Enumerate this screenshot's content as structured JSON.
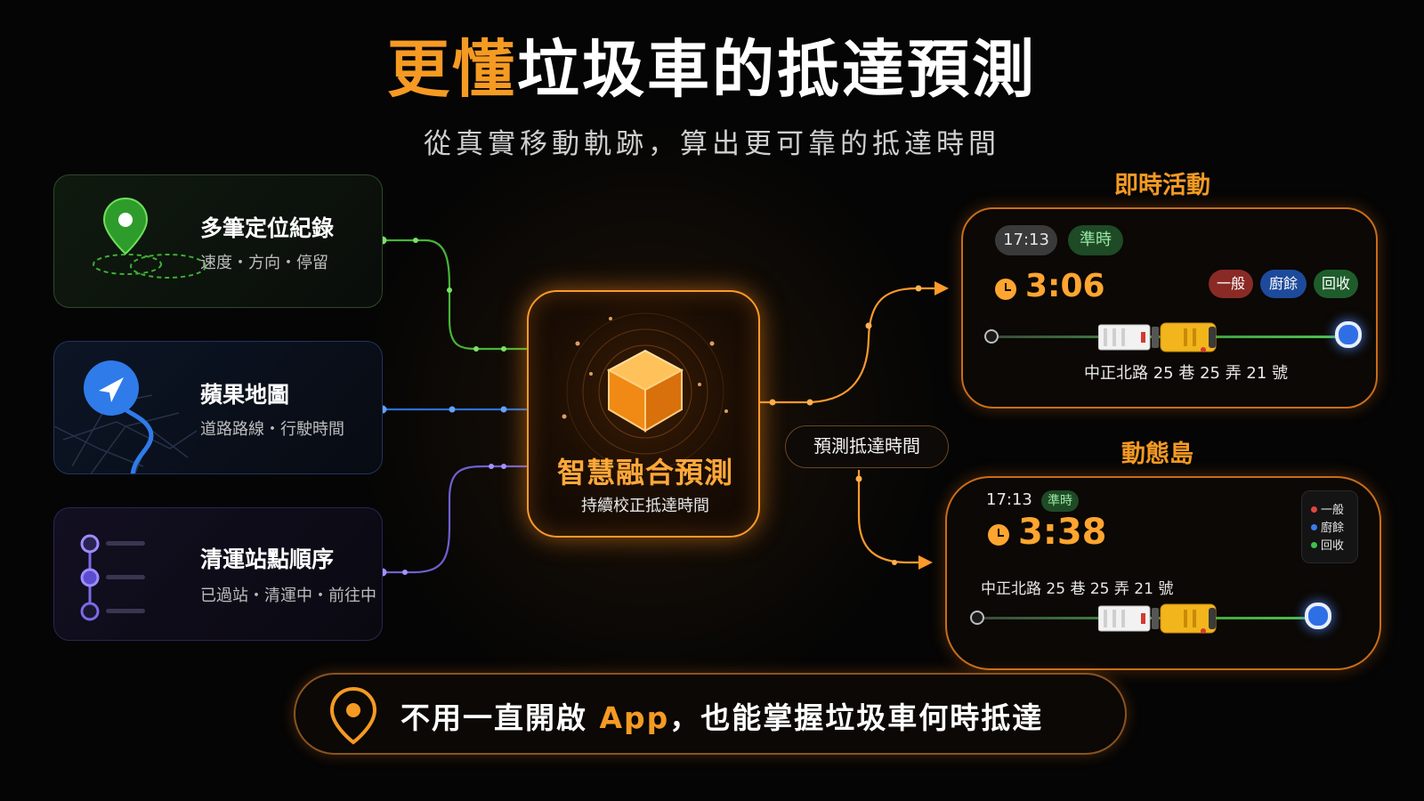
{
  "header": {
    "title_accent": "更懂",
    "title_rest": "垃圾車的抵達預測",
    "subtitle": "從真實移動軌跡，算出更可靠的抵達時間"
  },
  "sources": [
    {
      "title": "多筆定位紀錄",
      "subtitle": "速度・方向・停留",
      "icon": "location-pin-icon",
      "color": "#4cc93c"
    },
    {
      "title": "蘋果地圖",
      "subtitle": "道路路線・行駛時間",
      "icon": "navigation-arrow-icon",
      "color": "#2f7bea"
    },
    {
      "title": "清運站點順序",
      "subtitle": "已過站・清運中・前往中",
      "icon": "route-stops-icon",
      "color": "#7a6ae8"
    }
  ],
  "center": {
    "title": "智慧融合預測",
    "subtitle": "持續校正抵達時間",
    "icon": "cube-icon"
  },
  "prediction_label": "預測抵達時間",
  "live_activity": {
    "section_label": "即時活動",
    "time": "17:13",
    "status": "準時",
    "eta": "3:06",
    "tags": [
      "一般",
      "廚餘",
      "回收"
    ],
    "address": "中正北路 25 巷 25 弄 21 號"
  },
  "dynamic_island": {
    "section_label": "動態島",
    "time": "17:13",
    "status": "準時",
    "eta": "3:38",
    "address": "中正北路 25 巷 25 弄 21 號",
    "legend": [
      "一般",
      "廚餘",
      "回收"
    ]
  },
  "footer": {
    "text_before": "不用一直開啟 ",
    "text_app": "App",
    "text_after": "，也能掌握垃圾車何時抵達"
  },
  "colors": {
    "accent": "#f59a23",
    "green": "#4cc93c",
    "blue": "#2f7bea",
    "purple": "#7a6ae8",
    "general": "#e0463f",
    "food": "#3a7cf0",
    "recycle": "#3fbf52"
  }
}
